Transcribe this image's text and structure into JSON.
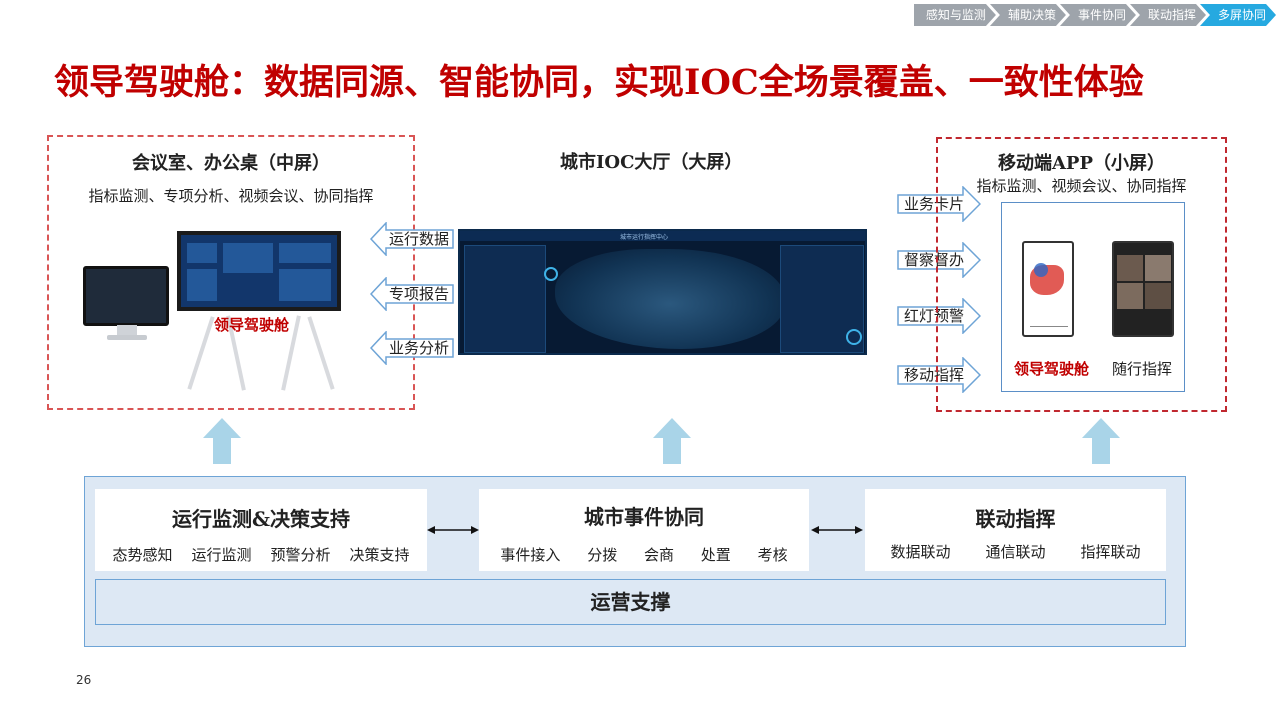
{
  "breadcrumb": {
    "items": [
      "感知与监测",
      "辅助决策",
      "事件协同",
      "联动指挥",
      "多屏协同"
    ],
    "active_index": 4,
    "active_color": "#26a9e0"
  },
  "title": "领导驾驶舱：数据同源、智能协同，实现IOC全场景覆盖、一致性体验",
  "left_panel": {
    "heading": "会议室、办公桌（中屏）",
    "subtitle": "指标监测、专项分析、视频会议、协同指挥",
    "device_label": "领导驾驶舱"
  },
  "center": {
    "heading": "城市IOC大厅（大屏）",
    "screen_title": "城市运行指挥中心"
  },
  "left_arrows": [
    "运行数据",
    "专项报告",
    "业务分析"
  ],
  "right_arrows": [
    "业务卡片",
    "督察督办",
    "红灯预警",
    "移动指挥"
  ],
  "right_panel": {
    "heading": "移动端APP（小屏）",
    "subtitle": "指标监测、视频会议、协同指挥",
    "phone1_label": "领导驾驶舱",
    "phone2_label": "随行指挥"
  },
  "bottom": {
    "blocks": [
      {
        "title": "运行监测&决策支持",
        "items": [
          "态势感知",
          "运行监测",
          "预警分析",
          "决策支持"
        ]
      },
      {
        "title": "城市事件协同",
        "items": [
          "事件接入",
          "分拨",
          "会商",
          "处置",
          "考核"
        ]
      },
      {
        "title": "联动指挥",
        "items": [
          "数据联动",
          "通信联动",
          "指挥联动"
        ]
      }
    ],
    "support": "运营支撑"
  },
  "page_number": "26",
  "colors": {
    "title_red": "#c00000",
    "dashed_border": "#d95555",
    "arrow_blue": "#6ea4d6",
    "up_arrow": "#a9d4e8",
    "bottom_bg": "#dde8f4"
  }
}
